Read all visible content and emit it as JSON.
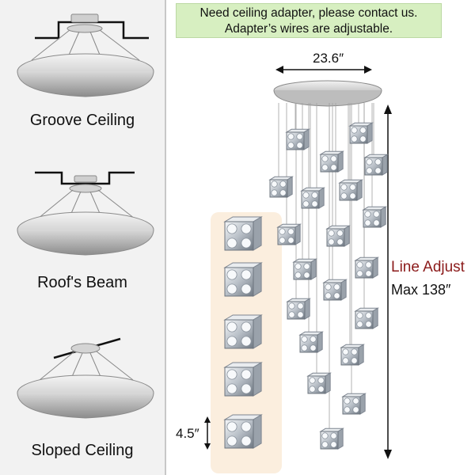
{
  "left_panel": {
    "mount_types": [
      {
        "label": "Groove Ceiling"
      },
      {
        "label": "Roof's Beam"
      },
      {
        "label": "Sloped Ceiling"
      }
    ]
  },
  "notice": {
    "line1": "Need ceiling adapter, please contact us.",
    "line2": "Adapter’s wires are adjustable."
  },
  "dimensions": {
    "diameter": "23.6″",
    "line_adjust": "Line Adjust",
    "max_length": "Max 138″",
    "crystal_height": "4.5″"
  },
  "colors": {
    "notice_bg": "#d7efc1",
    "highlight_text": "#8b1a1a",
    "crystal_column_bg": "#fbeede"
  }
}
